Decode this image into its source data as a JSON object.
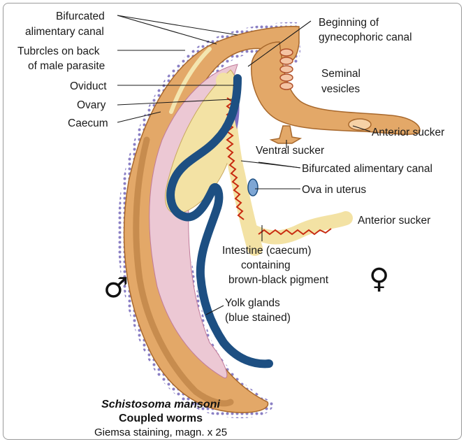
{
  "labels": {
    "bifurcated_top_1": "Bifurcated",
    "bifurcated_top_2": "alimentary canal",
    "tubercles_1": "Tubrcles on back",
    "tubercles_2": "of male parasite",
    "oviduct": "Oviduct",
    "ovary": "Ovary",
    "caecum": "Caecum",
    "beginning_1": "Beginning of",
    "beginning_2": "gynecophoric canal",
    "seminal_1": "Seminal",
    "seminal_2": "vesicles",
    "anterior_sucker_male": "Anterior sucker",
    "ventral_sucker": "Ventral sucker",
    "bifurcated_female": "Bifurcated alimentary canal",
    "ova_in_uterus": "Ova in uterus",
    "anterior_sucker_female": "Anterior sucker",
    "intestine_1": "Intestine (caecum)",
    "intestine_2": "containing",
    "intestine_3": "brown-black pigment",
    "yolk_1": "Yolk glands",
    "yolk_2": "(blue stained)"
  },
  "symbols": {
    "male": "♂",
    "female": "♀"
  },
  "caption": {
    "species": "Schistosoma mansoni",
    "title": "Coupled worms",
    "staining": "Giemsa staining, magn. x 25"
  },
  "colors": {
    "male_body": "#e3a868",
    "male_outline": "#a8682c",
    "tubercles": "#8a7fc4",
    "gynecophoric": "#ecc8d4",
    "female_body": "#f3e2a4",
    "yolk_glands": "#1d4f82",
    "ovary": "#7e6fc0",
    "female_gut": "#c82a10",
    "leader": "#1a1a1a"
  }
}
